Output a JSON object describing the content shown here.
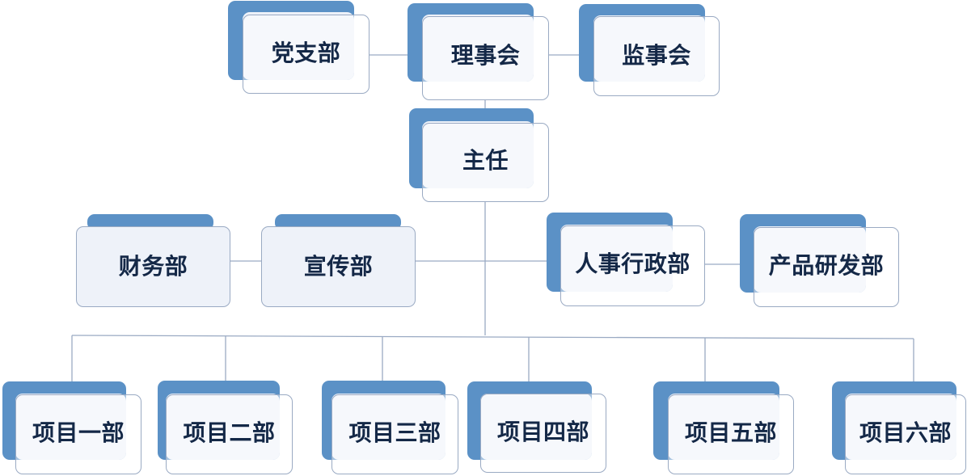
{
  "org": {
    "party_branch": "党支部",
    "board": "理事会",
    "supervisory": "监事会",
    "director": "主任",
    "finance": "财务部",
    "publicity": "宣传部",
    "hr_admin": "人事行政部",
    "product_rd": "产品研发部",
    "project1": "项目一部",
    "project2": "项目二部",
    "project3": "项目三部",
    "project4": "项目四部",
    "project5": "项目五部",
    "project6": "项目六部"
  },
  "colors": {
    "accent_blue": "#5b91c6",
    "card_fill": "#eef2f9",
    "border": "#9aaac3",
    "text": "#142847"
  }
}
